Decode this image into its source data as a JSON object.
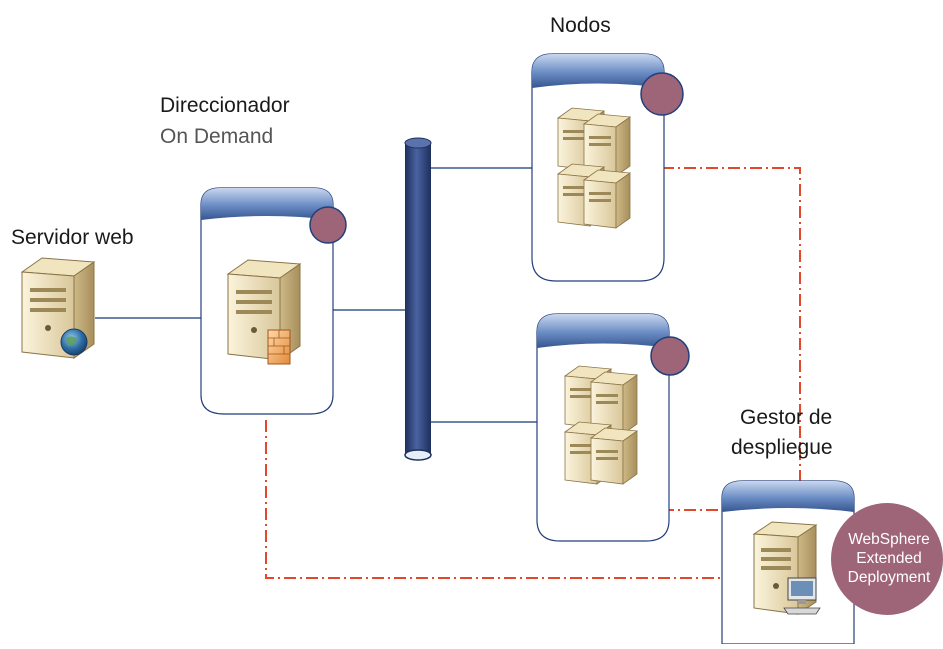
{
  "labels": {
    "nodos": "Nodos",
    "direccionador": "Direccionador",
    "on_demand": "On Demand",
    "servidor_web": "Servidor web",
    "gestor_line1": "Gestor de",
    "gestor_line2": "despliegue"
  },
  "badge": {
    "line1": "WebSphere",
    "line2": "Extended",
    "line3": "Deployment"
  },
  "colors": {
    "box_header": "#4e73b0",
    "box_border": "#233f7a",
    "circle": "#9e6478",
    "bus": "#2b3f75",
    "solid_link": "#3a5a8c",
    "dashed_link": "#e04a2a"
  }
}
